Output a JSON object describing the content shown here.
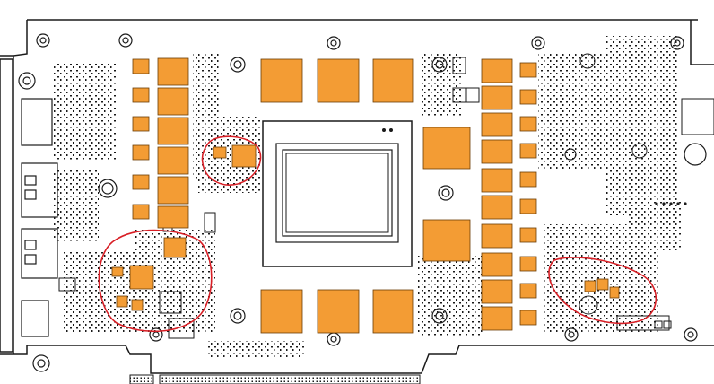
{
  "diagram": {
    "kind": "pcb-component-layout",
    "colors": {
      "background": "#ffffff",
      "outline": "#1a1a1a",
      "pad": "#f39c34",
      "pad_outline": "#6b3d06",
      "annotation": "#d81f26"
    },
    "highlight_regions": [
      {
        "id": "circle-upper-left-vrm"
      },
      {
        "id": "circle-lower-left-vrm"
      },
      {
        "id": "circle-right-vrm"
      }
    ]
  }
}
